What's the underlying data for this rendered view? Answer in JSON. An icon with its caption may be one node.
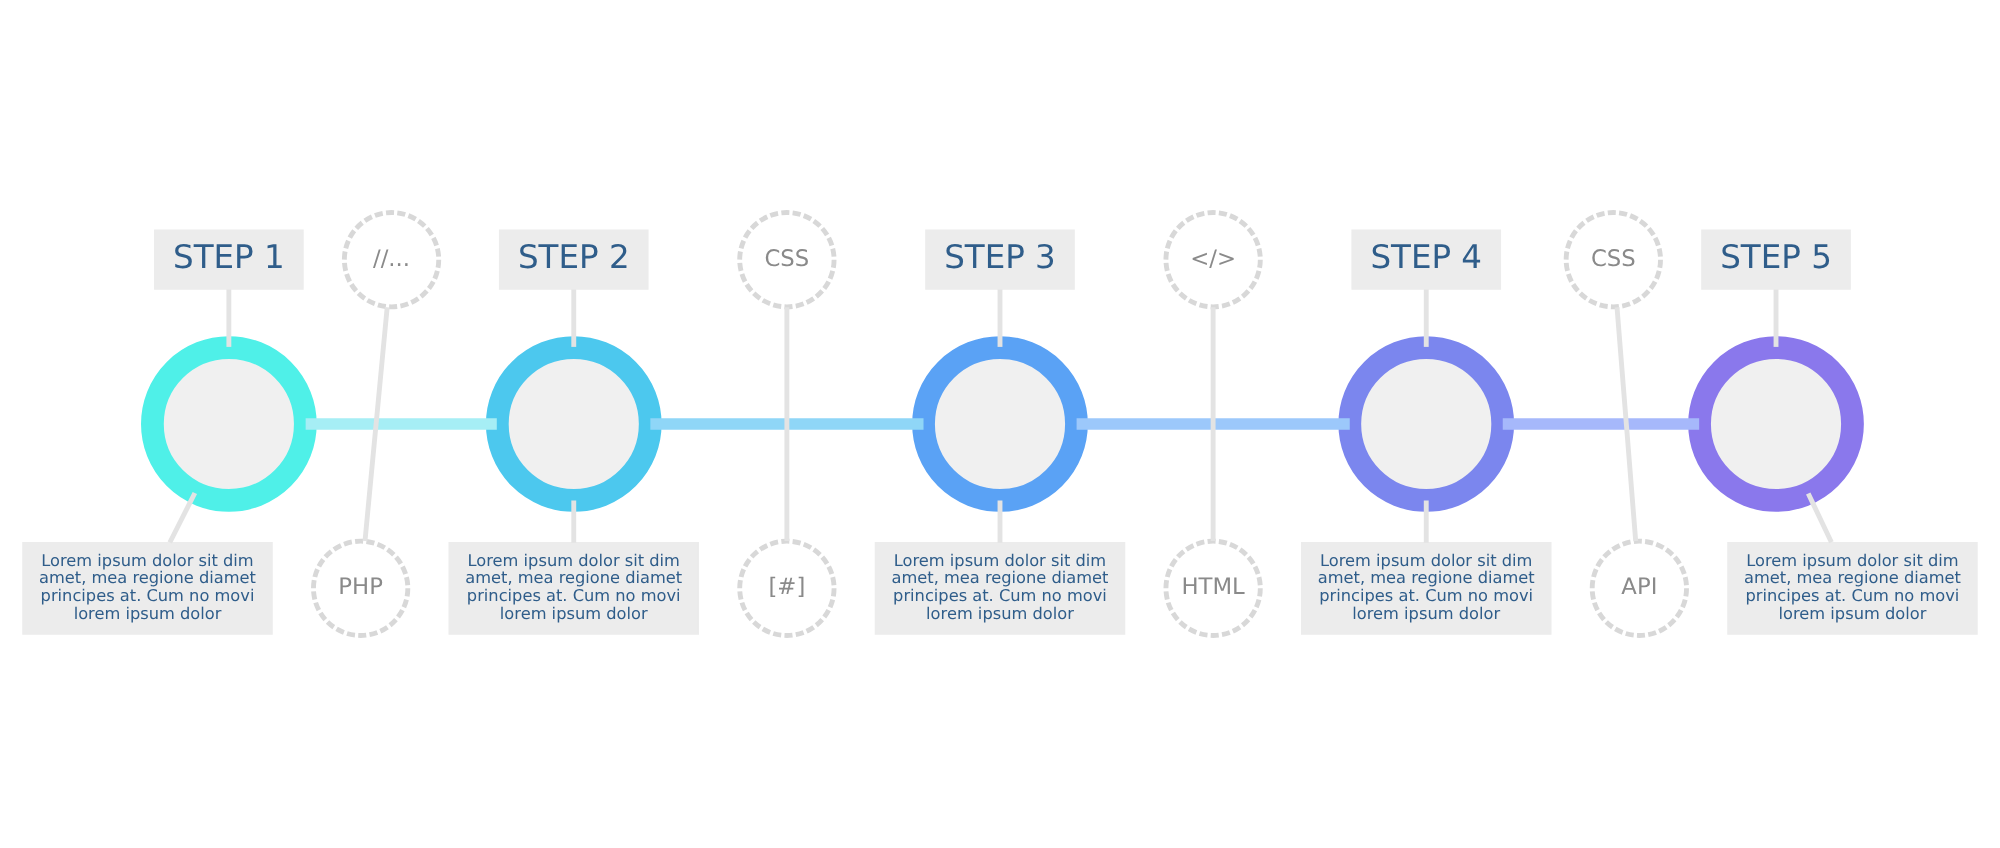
{
  "diagram": {
    "nodes": [
      {
        "text": [
          "STEP 1"
        ]
      },
      {
        "text": [],
        "shape": "gear"
      },
      {
        "text": [
          "Lorem ipsum dolor sit dim amet, mea regione diamet principes at. Cum no movi lorem ipsum dolor"
        ]
      },
      {
        "text": [
          "//..."
        ]
      },
      {
        "text": [
          "PHP"
        ]
      },
      {
        "text": [
          "STEP 2"
        ]
      },
      {
        "text": [],
        "shape": "gear"
      },
      {
        "text": [
          "Lorem ipsum dolor sit dim amet, mea regione diamet principes at. Cum no movi lorem ipsum dolor"
        ]
      },
      {
        "text": [
          "CSS"
        ]
      },
      {
        "text": [
          "[#]"
        ]
      },
      {
        "text": [
          "STEP 3"
        ]
      },
      {
        "text": [],
        "shape": "gear"
      },
      {
        "text": [
          "Lorem ipsum dolor sit dim amet, mea regione diamet principes at. Cum no movi lorem ipsum dolor"
        ]
      },
      {
        "text": [
          "</>"
        ]
      },
      {
        "text": [
          "HTML"
        ]
      },
      {
        "text": [
          "STEP 4"
        ]
      },
      {
        "text": [],
        "shape": "gear"
      },
      {
        "text": [
          "Lorem ipsum dolor sit dim amet, mea regione diamet principes at. Cum no movi lorem ipsum dolor"
        ]
      },
      {
        "text": [
          "CSS"
        ]
      },
      {
        "text": [
          "API"
        ]
      },
      {
        "text": [
          "STEP 5"
        ]
      },
      {
        "text": [],
        "shape": "gear"
      },
      {
        "text": [
          "Lorem ipsum dolor sit dim amet, mea regione diamet principes at. Cum no movi lorem ipsum dolor"
        ]
      }
    ],
    "edges": [
      {
        "from": 0,
        "to": 1,
        "arrow": "none"
      },
      {
        "from": 1,
        "to": 2,
        "arrow": "none"
      },
      {
        "from": 3,
        "to": 4,
        "arrow": "none"
      },
      {
        "from": 5,
        "to": 6,
        "arrow": "none"
      },
      {
        "from": 6,
        "to": 7,
        "arrow": "none"
      },
      {
        "from": 8,
        "to": 9,
        "arrow": "none"
      },
      {
        "from": 10,
        "to": 11,
        "arrow": "none"
      },
      {
        "from": 11,
        "to": 12,
        "arrow": "none"
      },
      {
        "from": 13,
        "to": 14,
        "arrow": "none"
      },
      {
        "from": 15,
        "to": 16,
        "arrow": "none"
      },
      {
        "from": 16,
        "to": 17,
        "arrow": "none"
      },
      {
        "from": 18,
        "to": 19,
        "arrow": "none"
      },
      {
        "from": 20,
        "to": 21,
        "arrow": "none"
      },
      {
        "from": 21,
        "to": 22,
        "arrow": "none"
      },
      {
        "from": 1,
        "to": 6,
        "arrow": "none",
        "style": "thick",
        "color": "#a6eef5"
      },
      {
        "from": 6,
        "to": 11,
        "arrow": "none",
        "style": "thick",
        "color": "#8fd6f7"
      },
      {
        "from": 11,
        "to": 16,
        "arrow": "none",
        "style": "thick",
        "color": "#9cc8fb"
      },
      {
        "from": 16,
        "to": 21,
        "arrow": "none",
        "style": "thick",
        "color": "#a6b8fb"
      }
    ]
  }
}
